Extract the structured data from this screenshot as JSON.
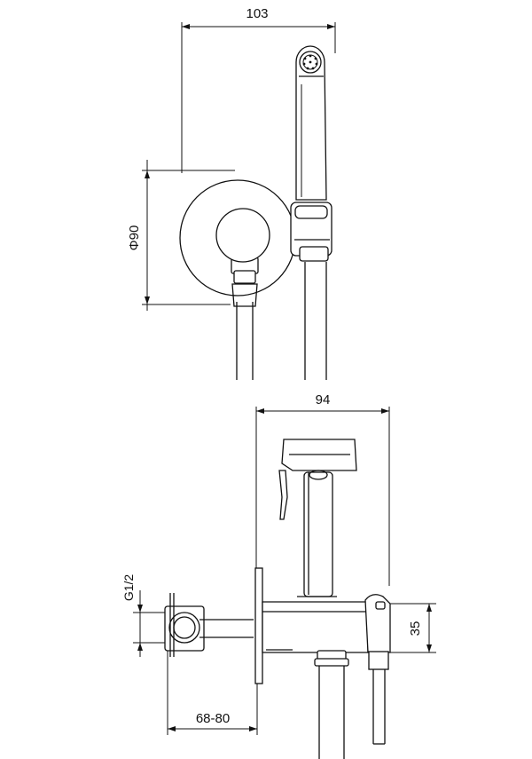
{
  "top_view": {
    "width_dim": "103",
    "diameter_dim": "Φ90"
  },
  "side_view": {
    "width_dim": "94",
    "height_dim": "35",
    "thread_dim": "G1/2",
    "depth_dim": "68-80"
  }
}
